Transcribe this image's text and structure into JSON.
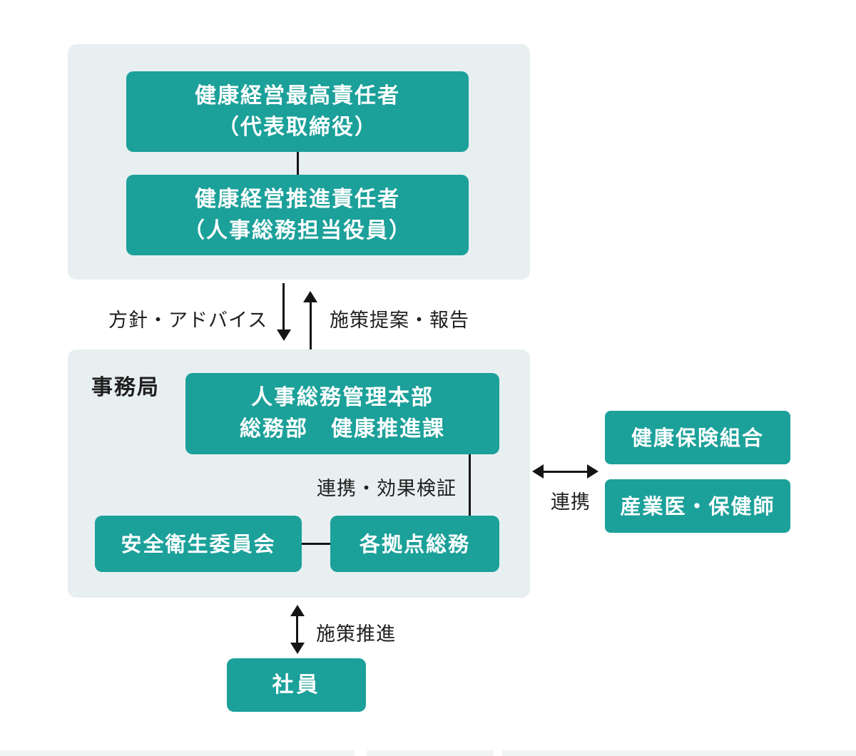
{
  "colors": {
    "teal": "#1CA09A",
    "panel_bg": "#E8EFF1",
    "label_text": "#1f1f1f",
    "arrow": "#151515",
    "box_text": "#ffffff"
  },
  "top_panel": {
    "chief": {
      "line1": "健康経営最高責任者",
      "line2": "（代表取締役）"
    },
    "promoter": {
      "line1": "健康経営推進責任者",
      "line2": "（人事総務担当役員）"
    }
  },
  "labels": {
    "policy_advice": "方針・アドバイス",
    "proposal_report": "施策提案・報告",
    "collab_verify": "連携・効果検証",
    "collab": "連携",
    "promote": "施策推進"
  },
  "office_panel": {
    "title": "事務局",
    "hq": {
      "line1": "人事総務管理本部",
      "line2": "総務部　健康推進課"
    },
    "safety_committee": "安全衛生委員会",
    "site_admin": "各拠点総務"
  },
  "external": {
    "insurance": "健康保険組合",
    "occupational": "産業医・保健師"
  },
  "employee": {
    "label": "社員"
  }
}
